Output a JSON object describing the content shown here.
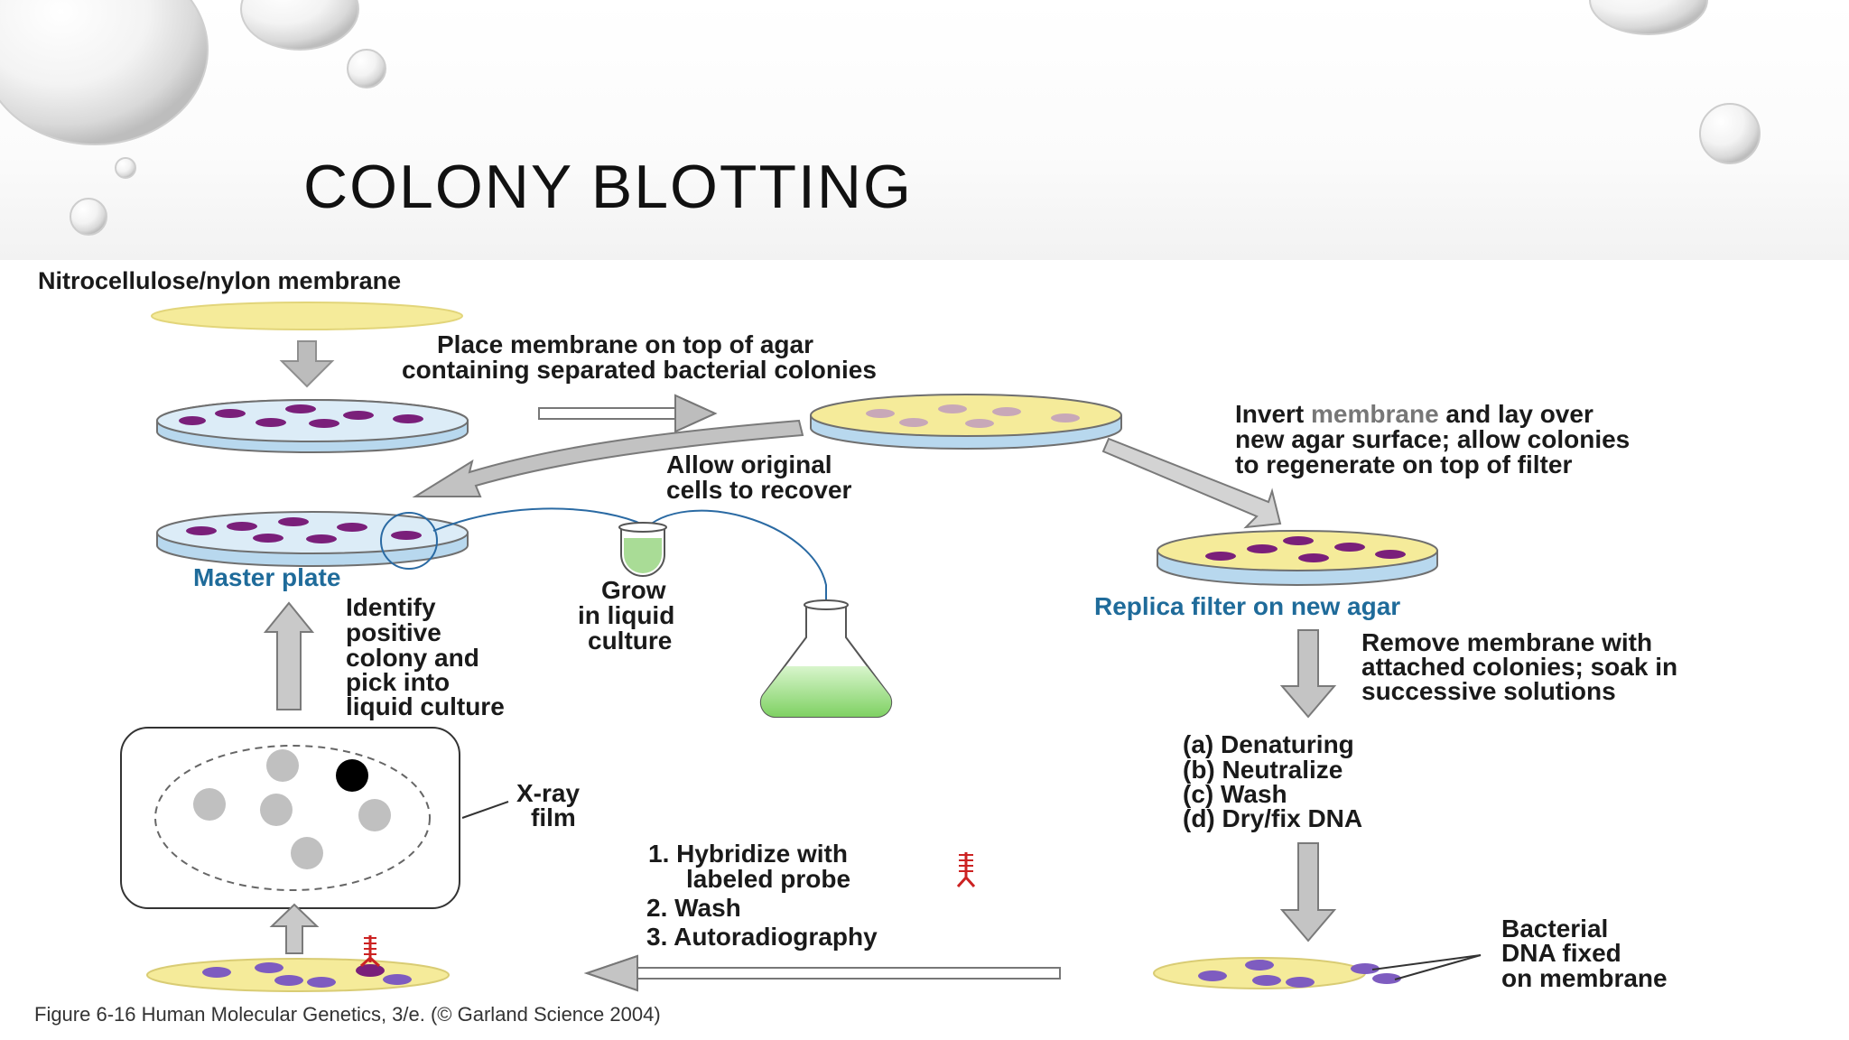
{
  "slide": {
    "title": "COLONY BLOTTING"
  },
  "figure": {
    "membrane_label": "Nitrocellulose/nylon membrane",
    "place_membrane": [
      "Place membrane on top of agar",
      "containing separated bacterial colonies"
    ],
    "invert_membrane": {
      "line1_pre": "Invert ",
      "line1_highlight": "membrane",
      "line1_post": " and lay over",
      "line2": "new agar surface; allow colonies",
      "line3": "to regenerate on top of filter"
    },
    "allow_recover": [
      "Allow original",
      "cells to recover"
    ],
    "master_plate": "Master plate",
    "grow_liquid": [
      "Grow",
      "in liquid",
      "culture"
    ],
    "identify": [
      "Identify",
      "positive",
      "colony and",
      "pick into",
      "liquid culture"
    ],
    "replica_filter": "Replica filter on new agar",
    "remove_membrane": [
      "Remove membrane with",
      "attached colonies; soak in",
      "successive solutions"
    ],
    "steps_solutions": [
      "(a) Denaturing",
      "(b) Neutralize",
      "(c) Wash",
      "(d) Dry/fix DNA"
    ],
    "xray_film": [
      "X-ray",
      "film"
    ],
    "hybridize_steps": [
      "1. Hybridize with",
      "labeled probe",
      "2. Wash",
      "3. Autoradiography"
    ],
    "bacterial_dna": [
      "Bacterial",
      "DNA fixed",
      "on membrane"
    ],
    "caption": "Figure 6-16  Human Molecular Genetics, 3/e.  (© Garland Science 2004)",
    "colors": {
      "membrane_yellow": "#f5eb9a",
      "colony_purple": "#7a1f7a",
      "colony_violet": "#7e5cc0",
      "dish_blue": "#cfe6f5",
      "label_blue": "#1f6b9a",
      "arrow_gray": "#b9b9b9",
      "culture_green": "#9fdc8a",
      "probe_red": "#cc2222"
    }
  }
}
